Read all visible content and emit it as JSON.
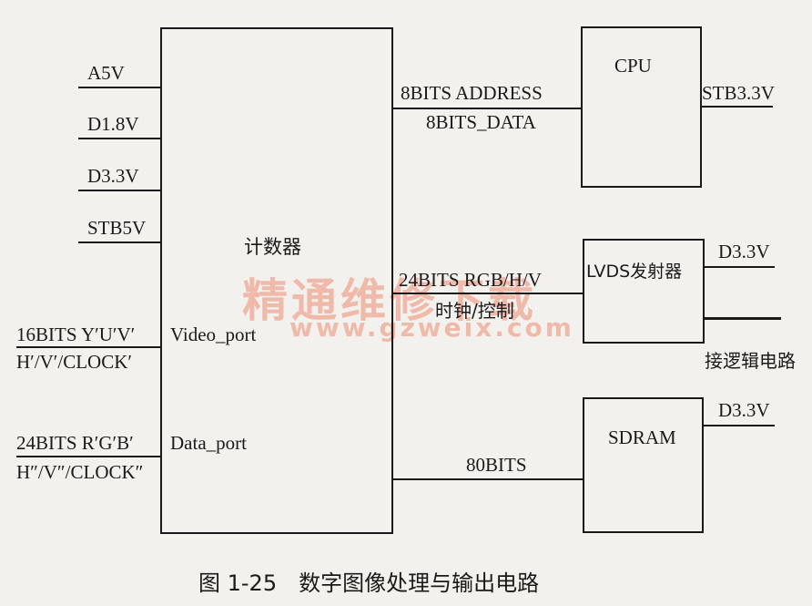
{
  "main_block": {
    "label": "计数器",
    "video_port": "Video_port",
    "data_port": "Data_port"
  },
  "power_inputs": [
    "A5V",
    "D1.8V",
    "D3.3V",
    "STB5V"
  ],
  "video_input": {
    "line1": "16BITS Y′U′V′",
    "line2": "H′/V′/CLOCK′"
  },
  "data_input": {
    "line1": "24BITS R′G′B′",
    "line2": "H″/V″/CLOCK″"
  },
  "cpu": {
    "label": "CPU",
    "bus_top": "8BITS ADDRESS",
    "bus_bottom": "8BITS_DATA",
    "power": "STB3.3V"
  },
  "lvds": {
    "label": "LVDS发射器",
    "bus_top": "24BITS RGB/H/V",
    "bus_bottom": "时钟/控制",
    "power": "D3.3V",
    "output": "接逻辑电路"
  },
  "sdram": {
    "label": "SDRAM",
    "bus": "80BITS",
    "power": "D3.3V"
  },
  "watermark": {
    "cn": "精通维修下载",
    "url": "www.gzweix.com"
  },
  "caption": "图 1-25　数字图像处理与输出电路"
}
